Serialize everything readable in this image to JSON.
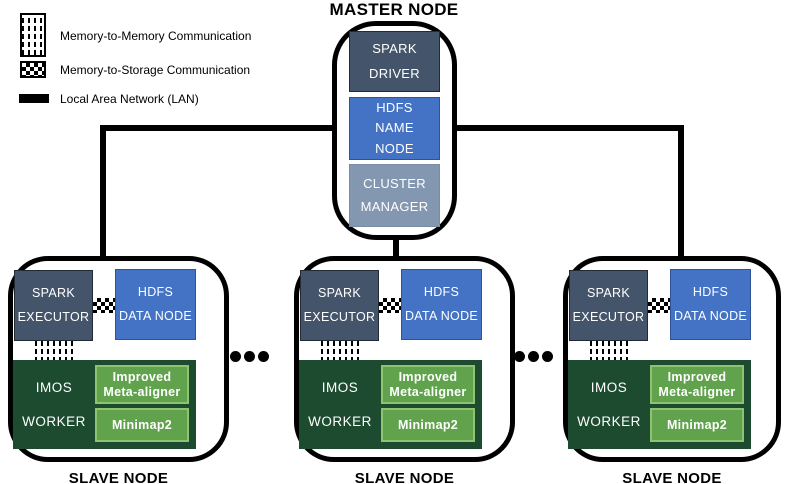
{
  "legend": {
    "memory_to_memory": "Memory-to-Memory Communication",
    "memory_to_storage": "Memory-to-Storage Communication",
    "lan": "Local Area Network (LAN)"
  },
  "master_node": {
    "title": "MASTER NODE",
    "spark_driver": "SPARK\nDRIVER",
    "hdfs_name_node": "HDFS\nNAME\nNODE",
    "cluster_manager": "CLUSTER\nMANAGER"
  },
  "slave_node": {
    "label": "SLAVE NODE",
    "spark_executor": "SPARK\nEXECUTOR",
    "hdfs_data_node": "HDFS\nDATA NODE",
    "imos_line1": "IMOS",
    "imos_line2": "WORKER",
    "meta_aligner": "Improved\nMeta-aligner",
    "minimap2": "Minimap2"
  },
  "ellipsis_between_slaves": "•••",
  "colors": {
    "spark_dark_blue": "#44546A",
    "spark_border": "#222A35",
    "hdfs_blue": "#4472C4",
    "hdfs_border": "#2F5496",
    "cluster_gray_blue": "#8497B0",
    "cluster_border": "#7A8CA4",
    "imos_dark_green": "#1D4B2F",
    "tool_green": "#61A24D",
    "tool_green_border": "#8FC36F",
    "line_black": "#000000"
  }
}
